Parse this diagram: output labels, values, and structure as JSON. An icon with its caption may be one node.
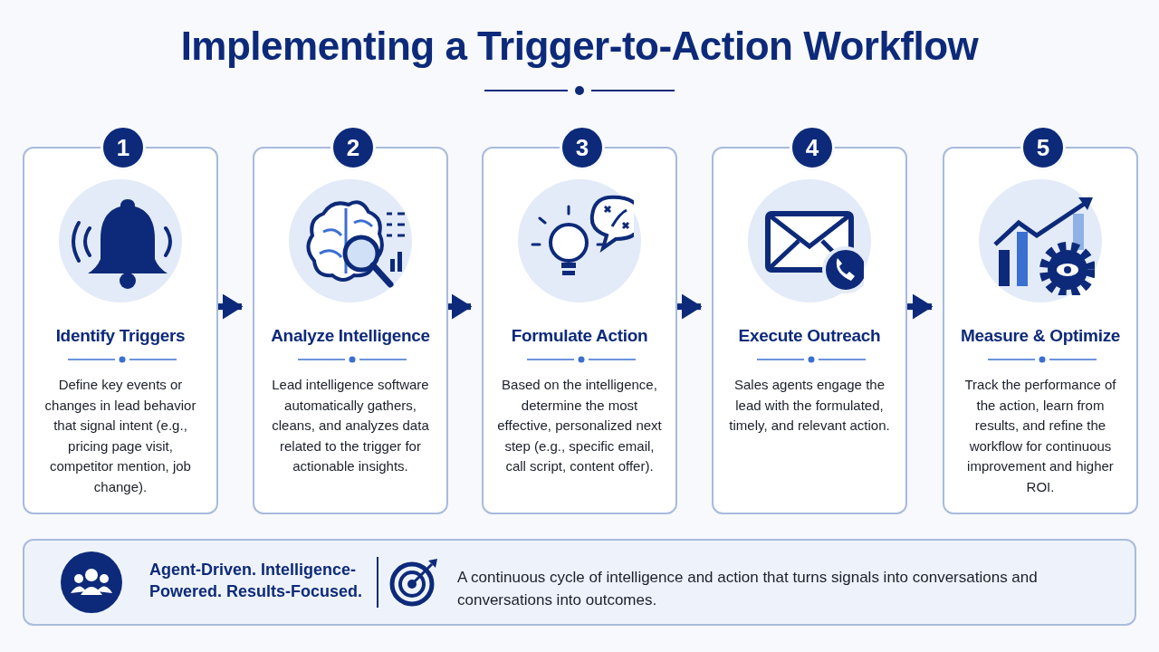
{
  "diagram": {
    "title": "Implementing a Trigger-to-Action Workflow",
    "nodes": [
      {
        "text": [
          "1",
          "Identify Triggers",
          "Define key events or changes in lead behavior that signal intent (e.g., pricing page visit, competitor mention, job change)."
        ]
      },
      {
        "text": [
          "2",
          "Analyze Intelligence",
          "Lead intelligence software automatically gathers, cleans, and analyzes data related to the trigger for actionable insights."
        ]
      },
      {
        "text": [
          "3",
          "Formulate Action",
          "Based on the intelligence, determine the most effective, personalized next step (e.g., specific email, call script, content offer)."
        ]
      },
      {
        "text": [
          "4",
          "Execute Outreach",
          "Sales agents engage the lead with the formulated, timely, and relevant action."
        ]
      },
      {
        "text": [
          "5",
          "Measure & Optimize",
          "Track the performance of the action, learn from results, and refine the workflow for continuous improvement and higher ROI."
        ]
      },
      {
        "text": [
          "Agent-Driven. Intelligence-Powered. Results-Focused.",
          "A continuous cycle of intelligence and action that turns signals into conversations and conversations into outcomes."
        ]
      }
    ],
    "edges": [
      {
        "from": 0,
        "to": 1,
        "arrow": "to"
      },
      {
        "from": 1,
        "to": 2,
        "arrow": "to"
      },
      {
        "from": 2,
        "to": 3,
        "arrow": "to"
      },
      {
        "from": 3,
        "to": 4,
        "arrow": "to"
      }
    ]
  }
}
